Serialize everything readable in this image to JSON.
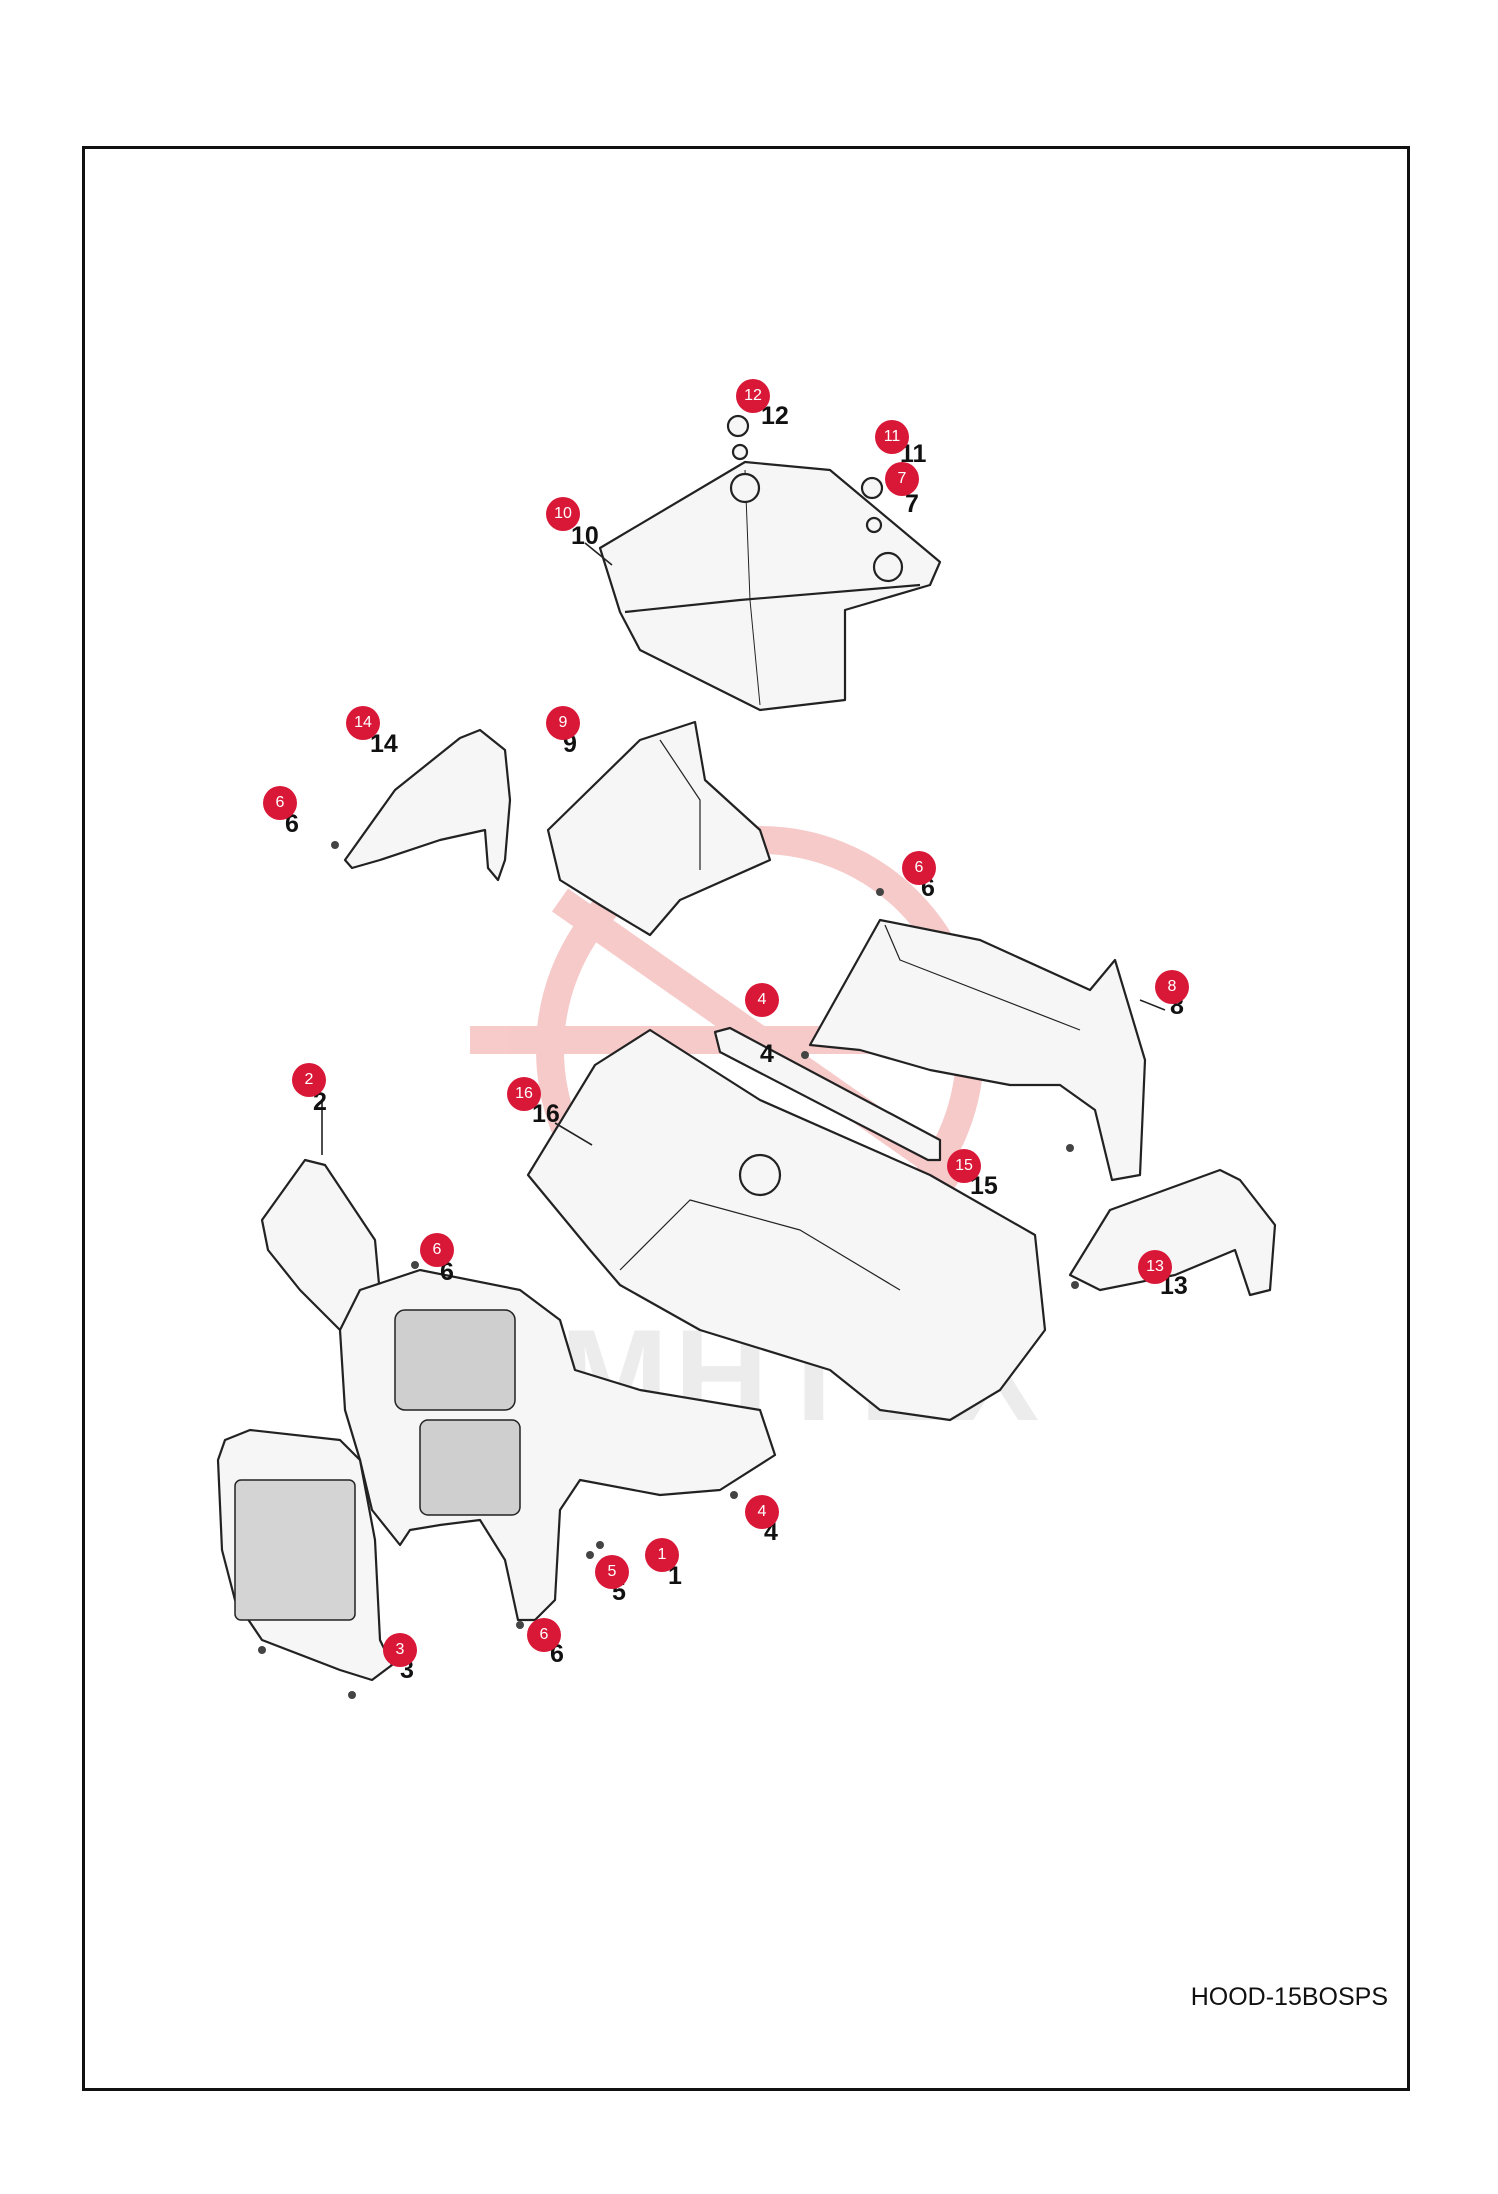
{
  "diagram": {
    "code_label": "HOOD-15BOSPS",
    "watermark": "MHTEX",
    "colors": {
      "callout": "#d91838",
      "line": "#222222",
      "part_fill": "#f6f6f6",
      "logo": "#f2a0a0"
    },
    "callouts": [
      {
        "num": "12",
        "label": "12"
      },
      {
        "num": "11",
        "label": "11"
      },
      {
        "num": "7",
        "label": "7"
      },
      {
        "num": "10",
        "label": "10"
      },
      {
        "num": "14",
        "label": "14"
      },
      {
        "num": "9",
        "label": "9"
      },
      {
        "num": "6",
        "label": "6"
      },
      {
        "num": "6",
        "label": "6"
      },
      {
        "num": "4",
        "label": "4"
      },
      {
        "num": "8",
        "label": "8"
      },
      {
        "num": "16",
        "label": "16"
      },
      {
        "num": "15",
        "label": "15"
      },
      {
        "num": "2",
        "label": "2"
      },
      {
        "num": "6",
        "label": "6"
      },
      {
        "num": "13",
        "label": "13"
      },
      {
        "num": "4",
        "label": "4"
      },
      {
        "num": "1",
        "label": "1"
      },
      {
        "num": "5",
        "label": "5"
      },
      {
        "num": "6",
        "label": "6"
      },
      {
        "num": "3",
        "label": "3"
      }
    ]
  }
}
